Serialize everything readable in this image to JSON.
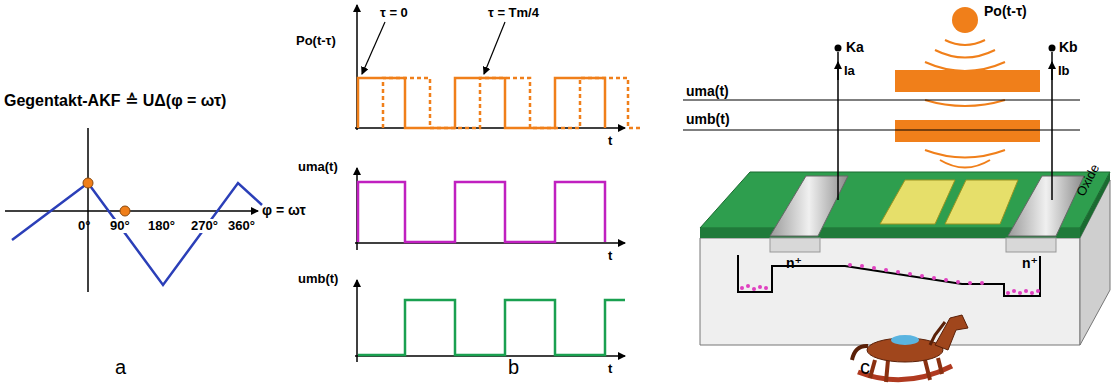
{
  "diagram": {
    "labels": [
      "Gegentakt-AKF ≙ UΔ(φ = ωτ)",
      "φ = ωτ",
      "0°",
      "90°",
      "180°",
      "270°",
      "360°",
      "a",
      "Po(t-τ)",
      "τ = 0",
      "τ = Tm/4",
      "t",
      "uma(t)",
      "t",
      "umb(t)",
      "t",
      "b",
      "Po(t-τ)",
      "Ka",
      "Kb",
      "Ia",
      "Ib",
      "uma(t)",
      "umb(t)",
      "n⁺",
      "n⁺",
      "Oxide",
      "c"
    ]
  }
}
